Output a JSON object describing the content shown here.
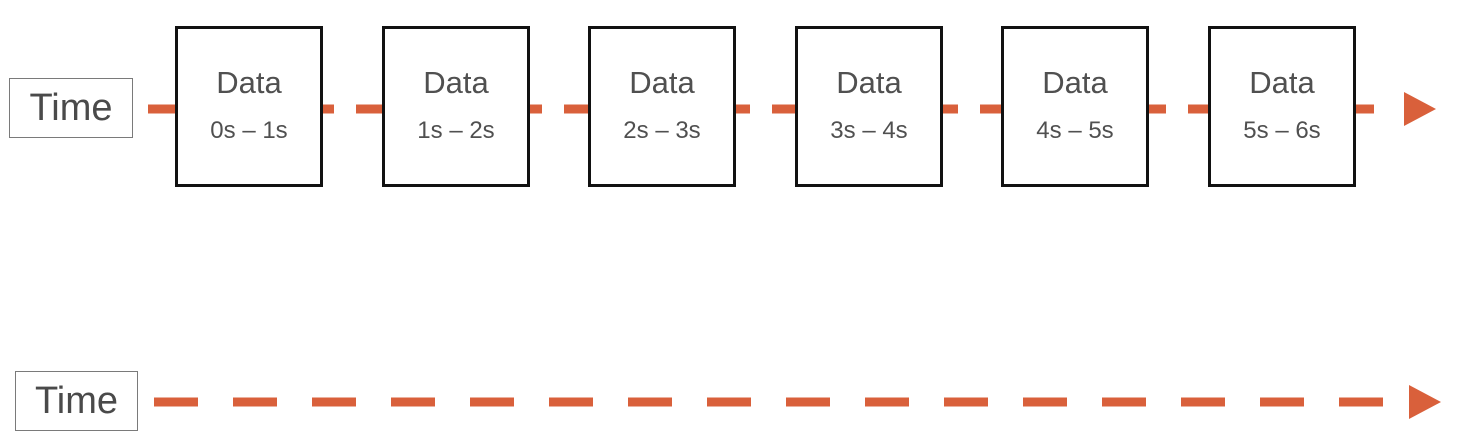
{
  "timelines": [
    {
      "label": "Time",
      "blocks": [
        {
          "title": "Data",
          "range": "0s – 1s"
        },
        {
          "title": "Data",
          "range": "1s – 2s"
        },
        {
          "title": "Data",
          "range": "2s – 3s"
        },
        {
          "title": "Data",
          "range": "3s – 4s"
        },
        {
          "title": "Data",
          "range": "4s – 5s"
        },
        {
          "title": "Data",
          "range": "5s – 6s"
        }
      ]
    },
    {
      "label": "Time",
      "blocks": []
    }
  ],
  "colors": {
    "arrow": "#d9603b",
    "block_border": "#111111",
    "text": "#4a4a4a"
  }
}
